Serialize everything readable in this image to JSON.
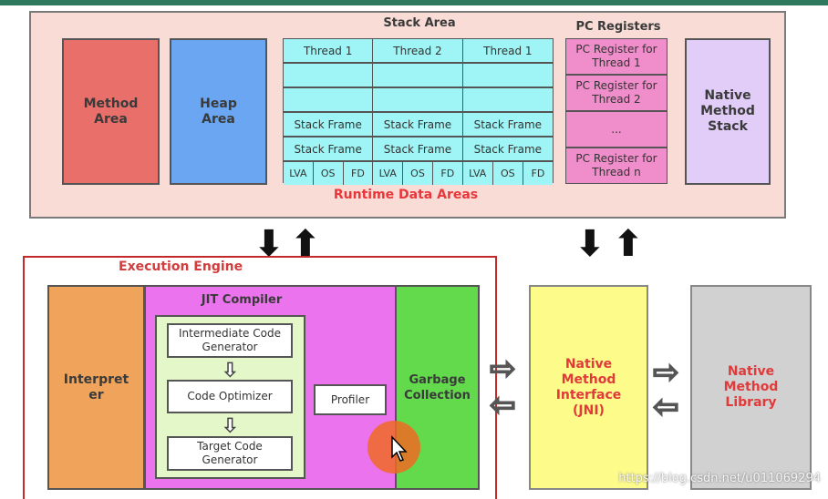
{
  "runtime": {
    "label": "Runtime Data Areas",
    "method_area": "Method\nArea",
    "heap_area": "Heap\nArea",
    "stack_area": {
      "title": "Stack Area",
      "columns": [
        {
          "thread": "Thread 1",
          "frame1": "Stack Frame",
          "frame2": "Stack Frame",
          "parts": [
            "LVA",
            "OS",
            "FD"
          ]
        },
        {
          "thread": "Thread 2",
          "frame1": "Stack Frame",
          "frame2": "Stack Frame",
          "parts": [
            "LVA",
            "OS",
            "FD"
          ]
        },
        {
          "thread": "Thread 1",
          "frame1": "Stack Frame",
          "frame2": "Stack Frame",
          "parts": [
            "LVA",
            "OS",
            "FD"
          ]
        }
      ]
    },
    "pc_registers": {
      "title": "PC Registers",
      "cells": [
        "PC Register for Thread 1",
        "PC Register for Thread 2",
        "...",
        "PC Register for Thread n"
      ]
    },
    "native_method_stack": "Native\nMethod\nStack"
  },
  "arrows": {
    "down": "⬇",
    "up": "⬆"
  },
  "engine": {
    "label": "Execution Engine",
    "interpreter": "Interpret\ner",
    "jit": {
      "title": "JIT Compiler",
      "intermediate": "Intermediate Code\nGenerator",
      "optimizer": "Code Optimizer",
      "target": "Target Code\nGenerator",
      "profiler": "Profiler"
    },
    "gc": "Garbage\nCollection"
  },
  "jni": "Native\nMethod\nInterface\n(JNI)",
  "native_library": "Native\nMethod\nLibrary",
  "watermark": "https://blog.csdn.net/u011069294",
  "colors": {
    "runtime_bg": "#f9dcd6",
    "method": "#e96f6a",
    "heap": "#6aa6f1",
    "stack": "#9ff5f5",
    "pc": "#f08ecb",
    "native_stack": "#e2cdf9",
    "interpreter": "#f0a35a",
    "jit": "#ec73ee",
    "gc": "#62da4c",
    "jni": "#fdfb8a",
    "native_lib": "#d1d1d1",
    "engine_border": "#c42a2a"
  }
}
